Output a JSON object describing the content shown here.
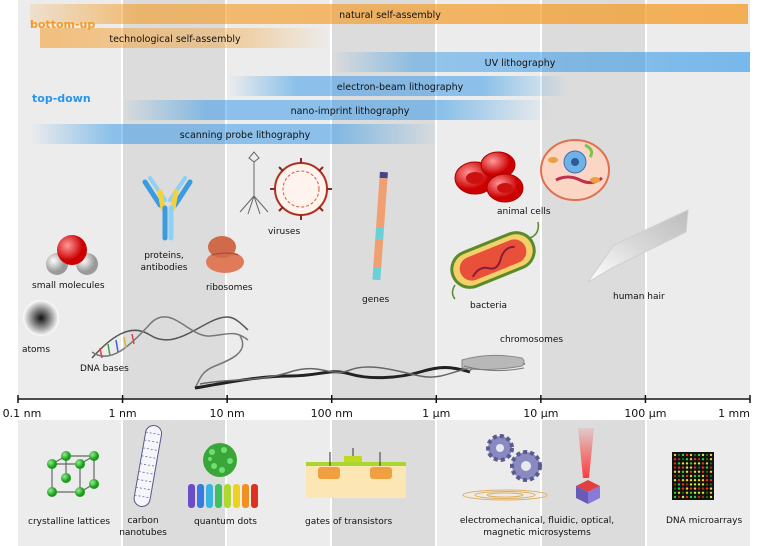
{
  "colors": {
    "bottom_up": "#f59a23",
    "top_down": "#2b95e8",
    "band_light": "#ebebeb",
    "band_dark": "#dadada"
  },
  "groups": {
    "bottom_up": "bottom-up",
    "top_down": "top-down"
  },
  "bars": [
    {
      "label": "natural self-assembly",
      "group": "bottom_up"
    },
    {
      "label": "technological self-assembly",
      "group": "bottom_up"
    },
    {
      "label": "UV lithography",
      "group": "top_down"
    },
    {
      "label": "electron-beam lithography",
      "group": "top_down"
    },
    {
      "label": "nano-imprint lithography",
      "group": "top_down"
    },
    {
      "label": "scanning probe lithography",
      "group": "top_down"
    }
  ],
  "scale": {
    "ticks": [
      "0.1 nm",
      "1 nm",
      "10 nm",
      "100 nm",
      "1 µm",
      "10 µm",
      "100 µm",
      "1 mm"
    ]
  },
  "natural_objects": {
    "atoms": "atoms",
    "small_molecules": "small molecules",
    "dna_bases": "DNA bases",
    "proteins": [
      "proteins,",
      "antibodies"
    ],
    "ribosomes": "ribosomes",
    "viruses": "viruses",
    "genes": "genes",
    "animal_cells": "animal cells",
    "bacteria": "bacteria",
    "human_hair": "human hair",
    "chromosomes": "chromosomes"
  },
  "technological_objects": {
    "crystalline_lattices": "crystalline lattices",
    "carbon_nanotubes": [
      "carbon",
      "nanotubes"
    ],
    "quantum_dots": "quantum dots",
    "gates_of_transistors": "gates of transistors",
    "microsystems": [
      "electromechanical, fluidic, optical,",
      "magnetic microsystems"
    ],
    "dna_microarrays": "DNA microarrays"
  }
}
